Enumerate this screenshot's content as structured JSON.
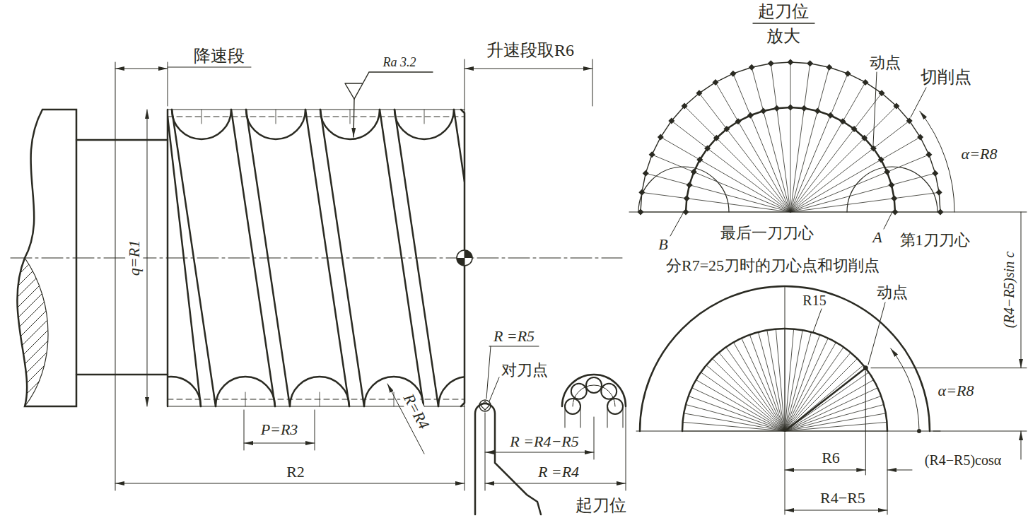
{
  "diagram": {
    "labels": [
      "降速段",
      "升速段取R6",
      "Ra 3.2",
      "q=R1",
      "P=R3",
      "R=R4",
      "R2",
      "R =R5",
      "对刀点",
      "R =R4−R5",
      "R =R4",
      "起刀位",
      "起刀位",
      "放大",
      "动点",
      "切削点",
      "α=R8",
      "B",
      "最后一刀刀心",
      "A",
      "第1刀刀心",
      "分R7=25刀时的刀心点和切削点",
      "(R4−R5)sin c",
      "动点",
      "R15",
      "α=R8",
      "R6",
      "(R4−R5)cosα",
      "R4−R5"
    ]
  }
}
